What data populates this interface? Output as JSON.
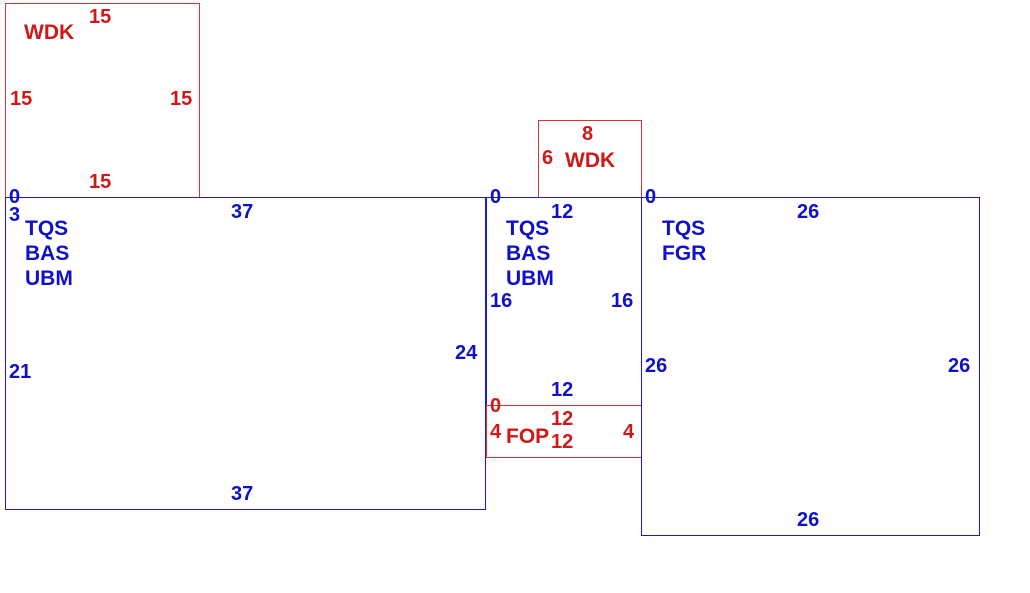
{
  "colors": {
    "red": "#e03030",
    "blue": "#1a1adc"
  },
  "rooms": {
    "wdk_left": {
      "names": [
        "WDK"
      ],
      "top": "15",
      "left": "15",
      "right": "15",
      "bottom": "15"
    },
    "wdk_mid": {
      "names": [
        "WDK"
      ],
      "top": "8",
      "left": "6"
    },
    "tqs_left": {
      "names": [
        "TQS",
        "BAS",
        "UBM"
      ],
      "corner": "0",
      "corner_sub": "3",
      "top": "37",
      "left": "21",
      "right": "24",
      "bottom": "37"
    },
    "tqs_mid": {
      "names": [
        "TQS",
        "BAS",
        "UBM"
      ],
      "corner": "0",
      "top": "12",
      "left": "16",
      "right": "16",
      "bottom": "12"
    },
    "fop": {
      "names": [
        "FOP"
      ],
      "corner": "0",
      "top": "12",
      "left": "4",
      "right": "4",
      "bottom": "12"
    },
    "tqs_right": {
      "names": [
        "TQS",
        "FGR"
      ],
      "corner": "0",
      "top": "26",
      "left": "26",
      "right": "26",
      "bottom": "26"
    }
  }
}
